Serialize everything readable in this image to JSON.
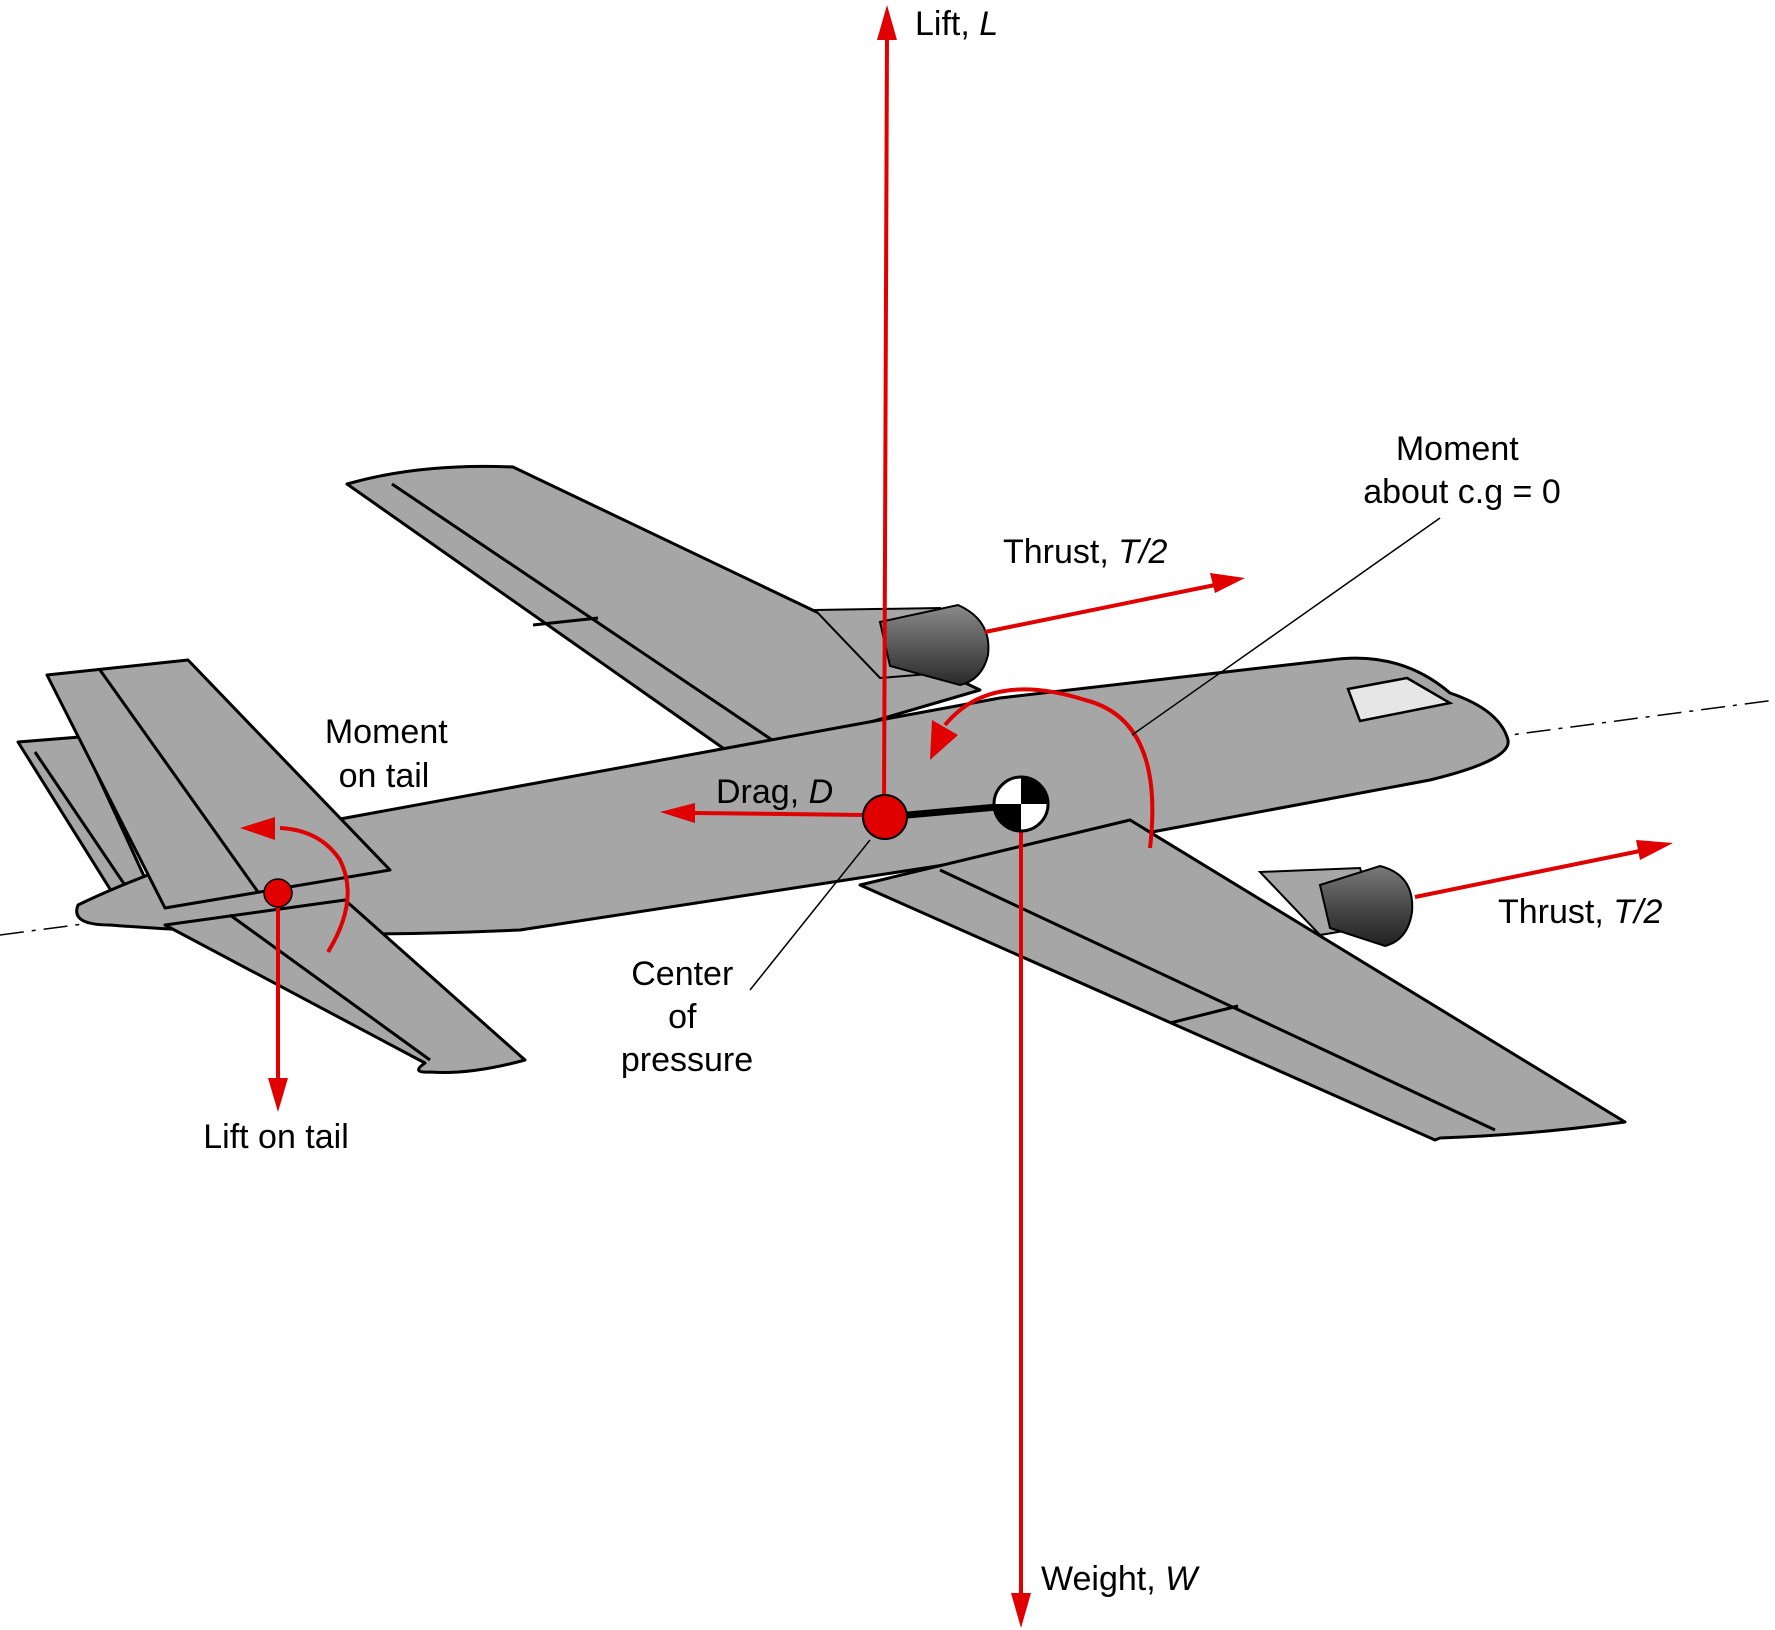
{
  "colors": {
    "force": "#e00000",
    "airframe": "#a6a6a6",
    "outline": "#000000",
    "canopy": "#e6e6e6",
    "background": "#ffffff"
  },
  "labels": {
    "lift": {
      "name": "Lift, ",
      "symbol": "L"
    },
    "weight": {
      "name": "Weight, ",
      "symbol": "W"
    },
    "drag": {
      "name": "Drag, ",
      "symbol": "D"
    },
    "thrust_upper": {
      "name": "Thrust, ",
      "symbol": "T/2"
    },
    "thrust_lower": {
      "name": "Thrust, ",
      "symbol": "T/2"
    },
    "moment_cg": {
      "line1": "Moment",
      "line2": "about c.g = 0"
    },
    "moment_tail": {
      "line1": "Moment",
      "line2": "on tail"
    },
    "center_of_pressure": {
      "line1": "Center",
      "line2": "of",
      "line3": "pressure"
    },
    "lift_on_tail": "Lift on tail"
  },
  "icons": {
    "cg_marker": "center-of-gravity-icon",
    "cp_marker": "center-of-pressure-dot",
    "tail_marker": "tail-force-point-dot"
  }
}
